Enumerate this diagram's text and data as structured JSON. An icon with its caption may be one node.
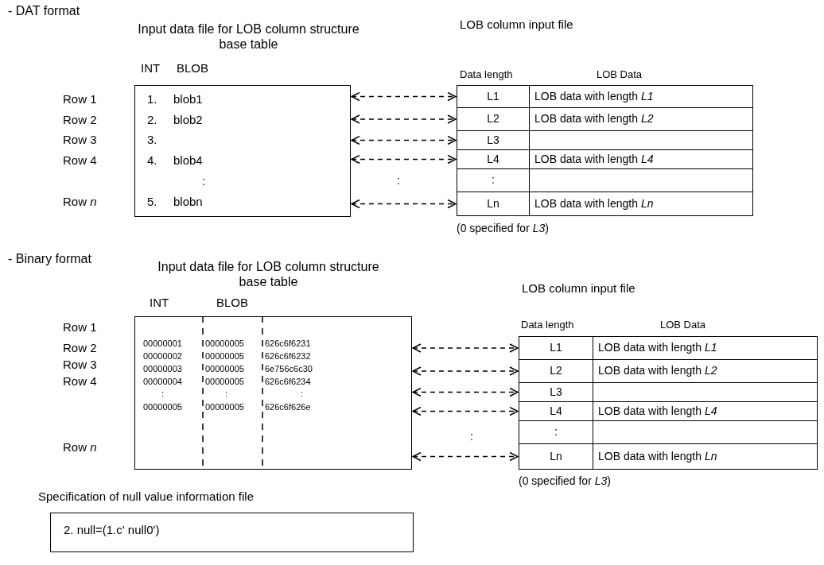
{
  "diagram": {
    "nodes": [
      {
        "text": [
          "Input data file for LOB column structure base table",
          "INT",
          "BLOB",
          "1.",
          "blob1",
          "2.",
          "blob2",
          "3.",
          "4.",
          "blob4",
          ":",
          "5.",
          "blobn"
        ]
      },
      {
        "text": [
          "LOB column input file",
          "Data length",
          "LOB Data"
        ],
        "beside": [
          "(0 specified for *L3*)"
        ]
      },
      {
        "text": [
          "L1",
          "LOB data with length *L1*"
        ],
        "in": 1
      },
      {
        "text": [
          "L2",
          "LOB data with length *L2*"
        ],
        "in": 1
      },
      {
        "text": [
          "L3"
        ],
        "in": 1
      },
      {
        "text": [
          "L4",
          "LOB data with length *L4*"
        ],
        "in": 1
      },
      {
        "text": [
          ":"
        ],
        "in": 1
      },
      {
        "text": [
          "Ln",
          "LOB data with length *Ln*"
        ],
        "in": 1
      },
      {
        "text": [
          "Input data file for LOB column structure base table",
          "INT",
          "BLOB",
          "00000001",
          "00000005",
          "626c6f6231",
          "00000002",
          "00000005",
          "626c6f6232",
          "00000003",
          "00000005",
          "6e756c6c30",
          "00000004",
          "00000005",
          "626c6f6234",
          ":",
          ":",
          ":",
          "00000005",
          "00000005",
          "626c6f626e"
        ]
      },
      {
        "text": [
          "LOB column input file",
          "Data length",
          "LOB Data"
        ],
        "beside": [
          "(0 specified for *L3*)"
        ]
      },
      {
        "text": [
          "L1",
          "LOB data with length *L1*"
        ],
        "in": 9
      },
      {
        "text": [
          "L2",
          "LOB data with length *L2*"
        ],
        "in": 9
      },
      {
        "text": [
          "L3"
        ],
        "in": 9
      },
      {
        "text": [
          "L4",
          "LOB data with length *L4*"
        ],
        "in": 9
      },
      {
        "text": [
          ":"
        ],
        "in": 9
      },
      {
        "text": [
          "Ln",
          "LOB data with length *Ln*"
        ],
        "in": 9
      },
      {
        "text": [
          "Specification of null value information file",
          "2. null=(1.c' null0')"
        ]
      }
    ],
    "edges": [
      {
        "from": 0,
        "to": 2,
        "arrow": "both",
        "style": "dashed"
      },
      {
        "from": 0,
        "to": 3,
        "arrow": "both",
        "style": "dashed"
      },
      {
        "from": 0,
        "to": 4,
        "arrow": "both",
        "style": "dashed"
      },
      {
        "from": 0,
        "to": 5,
        "arrow": "both",
        "style": "dashed"
      },
      {
        "from": 0,
        "to": 7,
        "arrow": "both",
        "style": "dashed"
      },
      {
        "from": 8,
        "to": 10,
        "arrow": "both",
        "style": "dashed"
      },
      {
        "from": 8,
        "to": 11,
        "arrow": "both",
        "style": "dashed"
      },
      {
        "from": 8,
        "to": 12,
        "arrow": "both",
        "style": "dashed"
      },
      {
        "from": 8,
        "to": 13,
        "arrow": "both",
        "style": "dashed"
      },
      {
        "from": 8,
        "to": 15,
        "arrow": "both",
        "style": "dashed"
      }
    ],
    "labels": [
      "- DAT format",
      "Row 1",
      "Row 2",
      "Row 3",
      "Row 4",
      "Row *n*",
      ":",
      "- Binary format",
      "Row 1",
      "Row 2",
      "Row 3",
      "Row 4",
      "Row *n*",
      ":"
    ]
  }
}
